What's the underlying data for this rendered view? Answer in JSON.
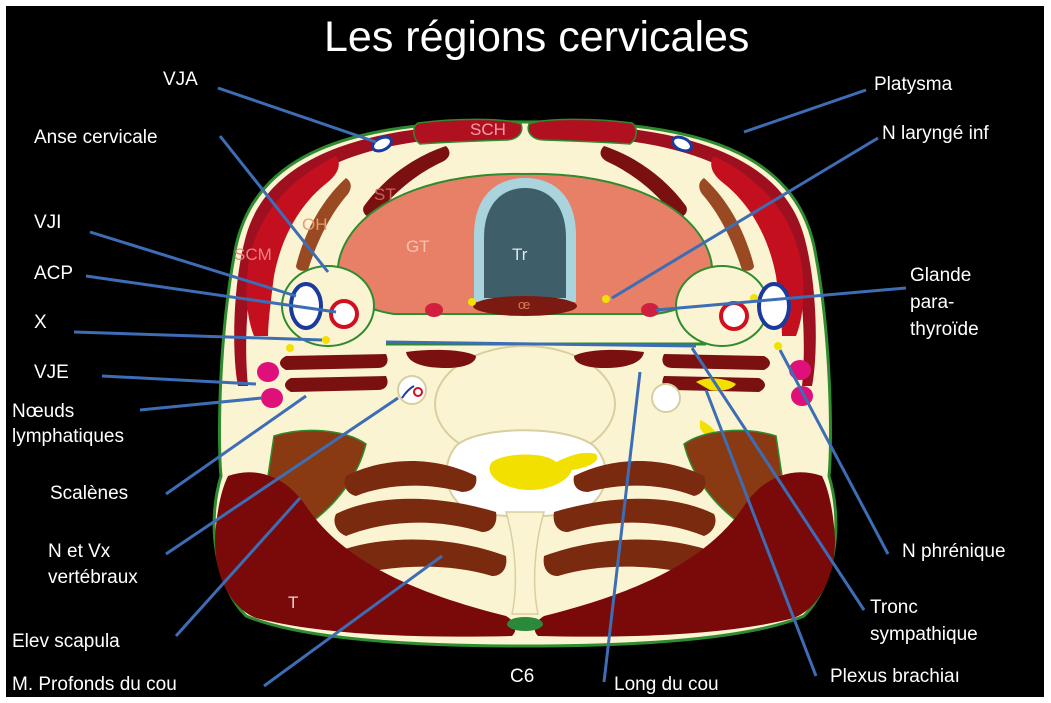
{
  "title": "Les régions cervicales",
  "labels": {
    "vja": "VJA",
    "anse_cervicale": "Anse cervicale",
    "vji": "VJI",
    "acp": "ACP",
    "x": "X",
    "vje": "VJE",
    "noeuds_lymphatiques": "Nœuds lymphatiques",
    "scalenes": "Scalènes",
    "n_et_vx_vertebraux": "N et Vx vertébraux",
    "elev_scapula": "Elev scapula",
    "m_profonds_du_cou": "M. Profonds du cou",
    "c6": "C6",
    "long_du_cou": "Long du cou",
    "plexus_brachial": "Plexus brachiaı",
    "tronc_sympathique": "Tronc sympathique",
    "n_phrenique": "N phrénique",
    "glande_parathyroide": "Glande para-thyroïde",
    "n_larynge_inf": "N laryngé inf",
    "platysma": "Platysma"
  },
  "inline_labels": {
    "sch": "SCH",
    "st": "ST",
    "oh": "OH",
    "scm": "SCM",
    "gt": "GT",
    "tr": "Tr",
    "oe": "œ",
    "t": "T"
  },
  "colors": {
    "background": "#000000",
    "outline_green": "#2e8b2e",
    "neck_fill": "#fbf4d2",
    "muscle_red": "#b01020",
    "muscle_dark": "#7a1010",
    "muscle_brown": "#8a3a12",
    "thyroid_salmon": "#e88068",
    "trachea_fill": "#3e5f6a",
    "trachea_ring": "#a9d4de",
    "leader_line": "#3d6db5",
    "lymph_magenta": "#e0107a",
    "nerve_yellow": "#f2e000"
  }
}
